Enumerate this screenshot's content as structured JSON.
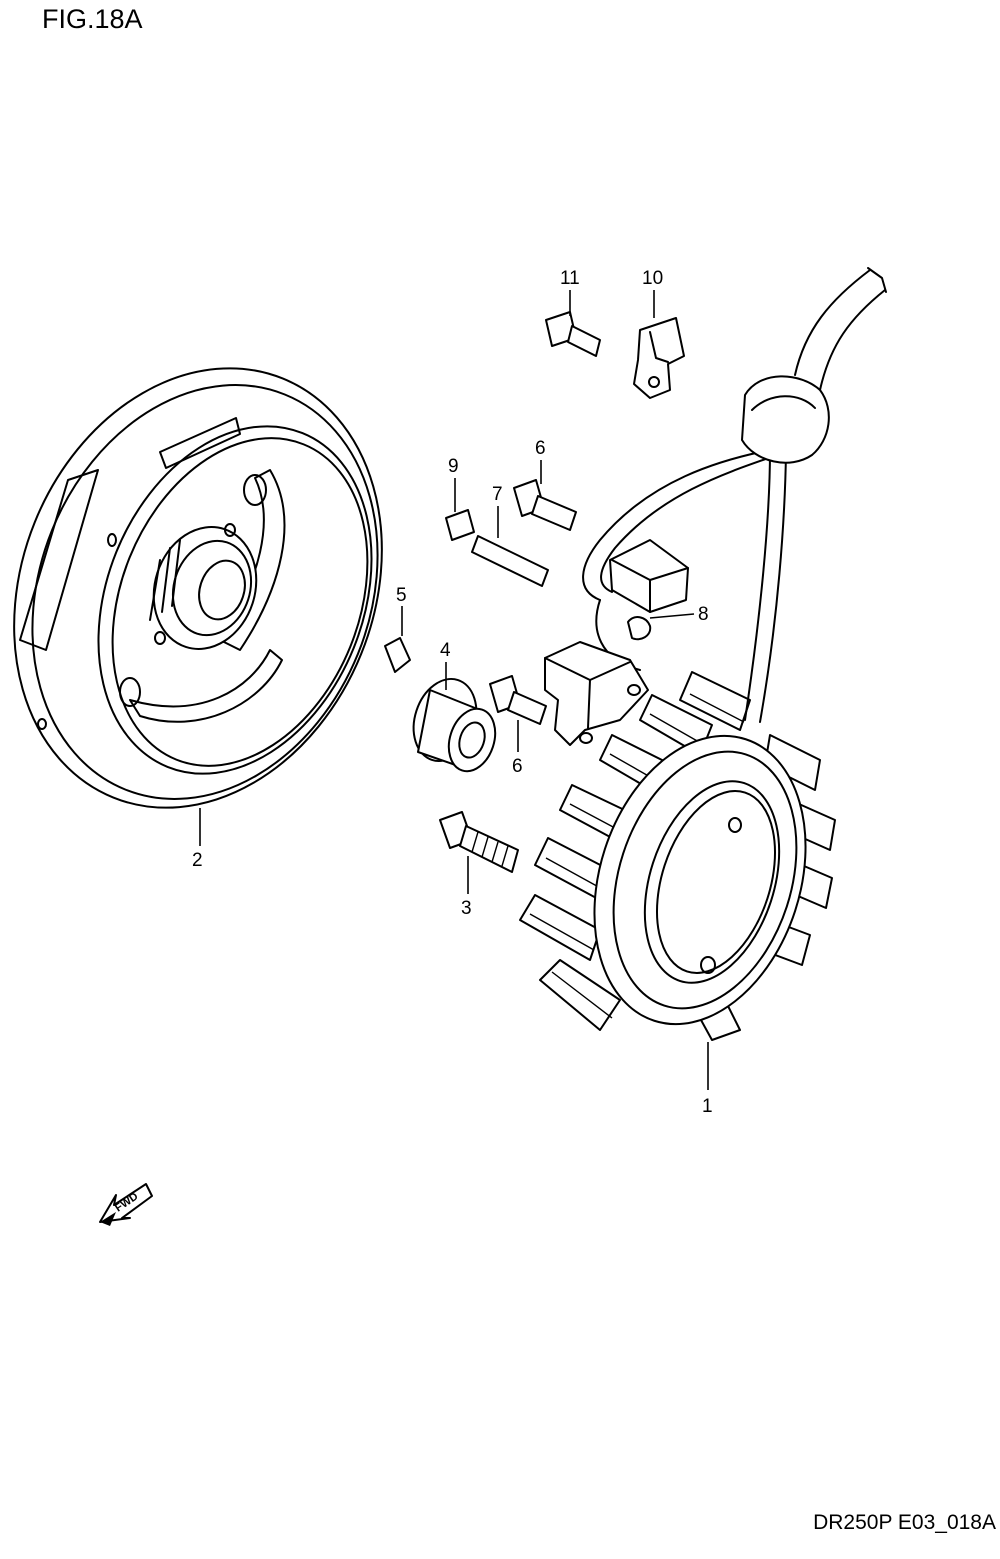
{
  "figure": {
    "title": "FIG.18A",
    "code": "DR250P E03_018A"
  },
  "callouts": [
    "1",
    "2",
    "3",
    "4",
    "5",
    "6",
    "6",
    "7",
    "8",
    "9",
    "10",
    "11"
  ],
  "fwd_arrow": {
    "text": "FWD",
    "icon": "fwd-arrow-icon"
  }
}
